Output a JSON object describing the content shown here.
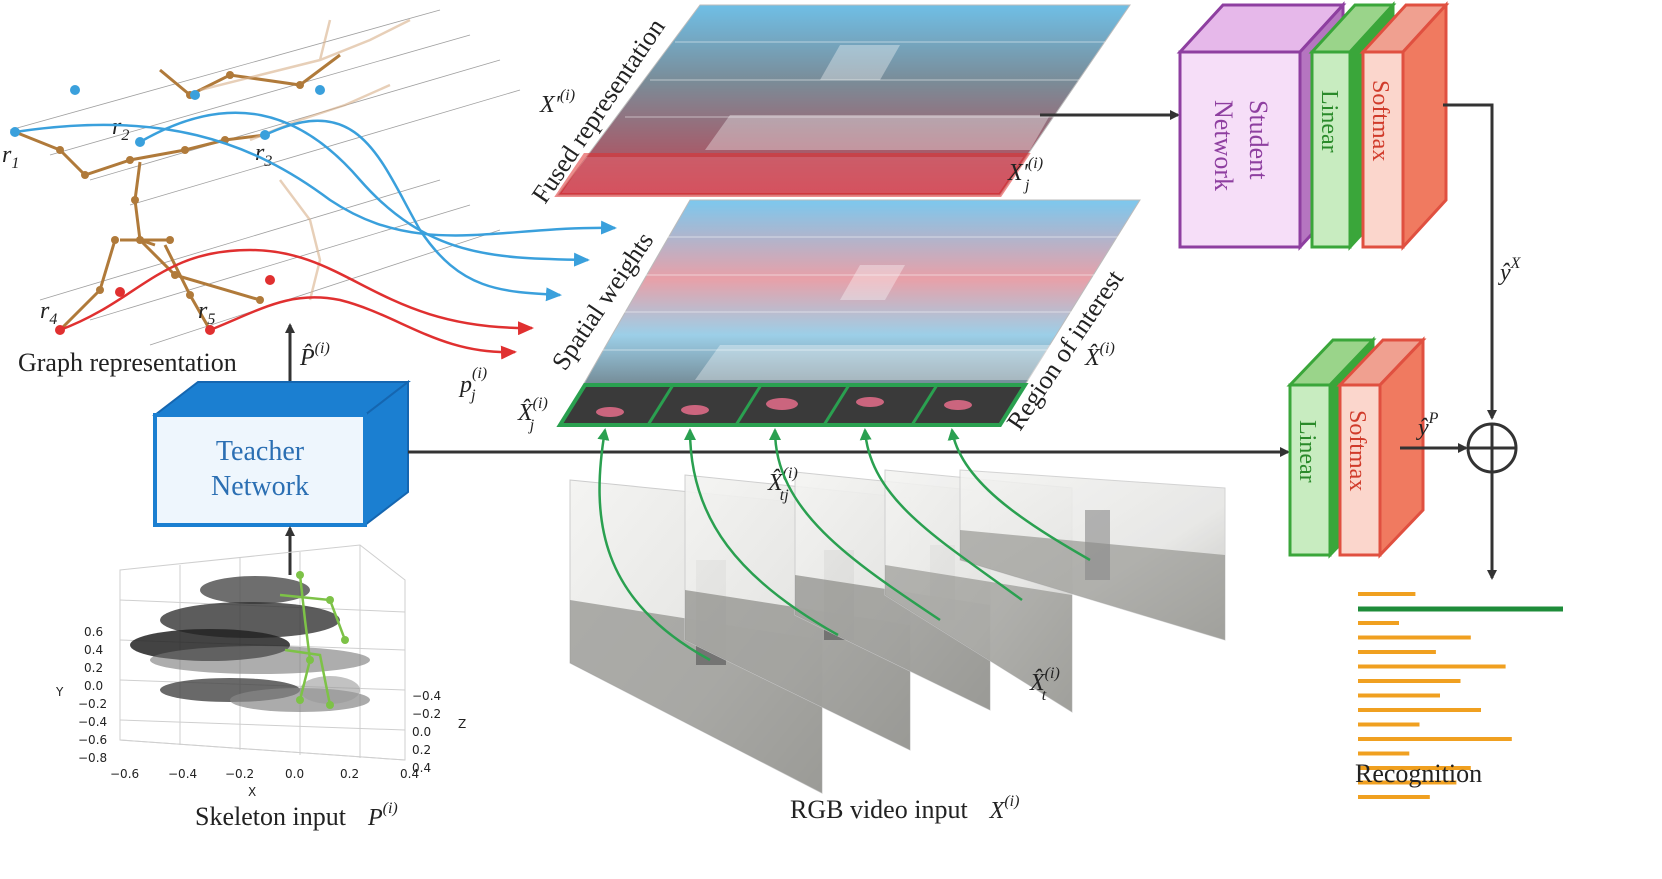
{
  "labels": {
    "graph_representation": "Graph representation",
    "skeleton_input": "Skeleton input",
    "skeleton_var": "P",
    "rgb_input": "RGB video input",
    "rgb_var": "X",
    "recognition": "Recognition",
    "fused_representation": "Fused representation",
    "spatial_weights": "Spatial weights",
    "region_of_interest": "Region of interest",
    "sup_i": "(i)",
    "nodes": [
      "r",
      "r",
      "r",
      "r",
      "r"
    ],
    "node_subs": [
      "1",
      "2",
      "3",
      "4",
      "5"
    ],
    "p_hat": "P̂",
    "p_j": "p",
    "p_j_sub": "j",
    "x_fused": "X′",
    "x_fused_j": "X′",
    "x_hat": "X̂",
    "x_hat_j": "X̂",
    "x_hat_tj": "X̂",
    "x_hat_t": "X̂",
    "sub_j": "j",
    "sub_tj": "tj",
    "sub_t": "t",
    "y_hat_x": "ŷ",
    "y_hat_p": "ŷ",
    "sup_x": "X",
    "sup_p": "P",
    "oplus": "⊕"
  },
  "boxes": {
    "teacher_line1": "Teacher",
    "teacher_line2": "Network",
    "student_line1": "Student",
    "student_line2": "Network",
    "linear": "Linear",
    "softmax": "Softmax"
  },
  "axes": {
    "y_label": "Y",
    "x_label": "X",
    "z_label": "Z",
    "y_ticks": [
      "0.6",
      "0.4",
      "0.2",
      "0.0",
      "−0.2",
      "−0.4",
      "−0.6",
      "−0.8"
    ],
    "x_ticks": [
      "−0.6",
      "−0.4",
      "−0.2",
      "0.0",
      "0.2",
      "0.4"
    ],
    "z_ticks": [
      "−0.4",
      "−0.2",
      "0.0",
      "0.2",
      "0.4"
    ]
  },
  "recognition_bars": {
    "values": [
      0.28,
      1.0,
      0.2,
      0.55,
      0.38,
      0.72,
      0.5,
      0.4,
      0.6,
      0.3,
      0.75,
      0.25,
      0.55,
      0.48,
      0.35
    ],
    "highlight_index": 1,
    "colors": {
      "bar": "#f0a020",
      "highlight": "#1e8c3a"
    }
  },
  "colors": {
    "teacher": "#1b7fd1",
    "student": "#8e3fa0",
    "linear": "#3aa63a",
    "softmax": "#e05040",
    "arrow_blue": "#3aa0dc",
    "arrow_red": "#e03030",
    "arrow_green": "#2aa050",
    "graph": "#b07a3a"
  }
}
